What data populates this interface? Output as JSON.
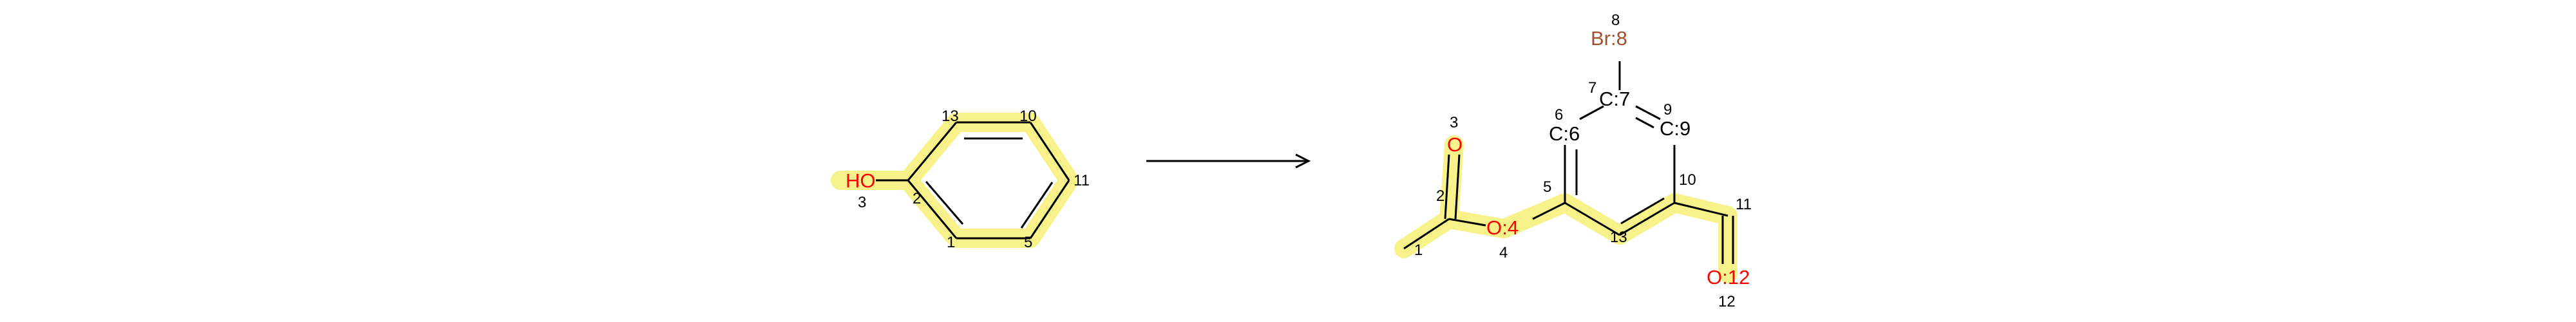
{
  "colors": {
    "highlight": "#f7f28a",
    "bond": "#000000",
    "oxygen": "#ff0000",
    "bromine": "#a0522d",
    "carbon": "#000000",
    "arrow": "#000000"
  },
  "reactant": {
    "atoms": {
      "o3": "HO",
      "c2": "2",
      "o3_num": "3",
      "c1": "1",
      "c13": "13",
      "c10": "10",
      "c11": "11",
      "c5": "5"
    }
  },
  "arrow": {
    "label": ""
  },
  "product": {
    "atoms": {
      "o3": "O",
      "o3_num": "3",
      "c2": "2",
      "c1": "1",
      "o4": "O:4",
      "o4_num": "4",
      "c5": "5",
      "c6": "C:6",
      "c6_num": "6",
      "c7": "C:7",
      "c7_num": "7",
      "br8": "Br:8",
      "br8_num": "8",
      "c9": "C:9",
      "c9_num": "9",
      "c10": "10",
      "c11": "11",
      "o12": "O:12",
      "o12_num": "12",
      "c13": "13"
    }
  }
}
